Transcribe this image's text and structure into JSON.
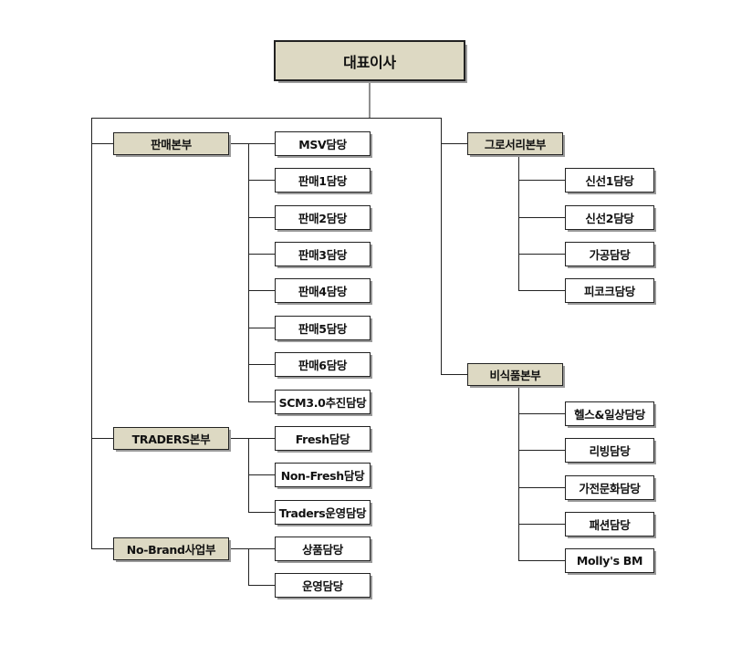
{
  "ceo": "대표이사",
  "divisions": [
    {
      "name": "판매본부",
      "teams": [
        "MSV담당",
        "판매1담당",
        "판매2담당",
        "판매3담당",
        "판매4담당",
        "판매5담당",
        "판매6담당",
        "SCM3.0추진담당"
      ]
    },
    {
      "name": "TRADERS본부",
      "teams": [
        "Fresh담당",
        "Non-Fresh담당",
        "Traders운영담당"
      ]
    },
    {
      "name": "No-Brand사업부",
      "teams": [
        "상품담당",
        "운영담당"
      ]
    },
    {
      "name": "그로서리본부",
      "teams": [
        "신선1담당",
        "신선2담당",
        "가공담당",
        "피코크담당"
      ]
    },
    {
      "name": "비식품본부",
      "teams": [
        "헬스&일상담당",
        "리빙담당",
        "가전문화담당",
        "패션담당",
        "Molly's BM"
      ]
    }
  ],
  "colors": {
    "header_fill": "#ddd9c3",
    "line": "#222222",
    "shadow": "#9a9a9a"
  }
}
